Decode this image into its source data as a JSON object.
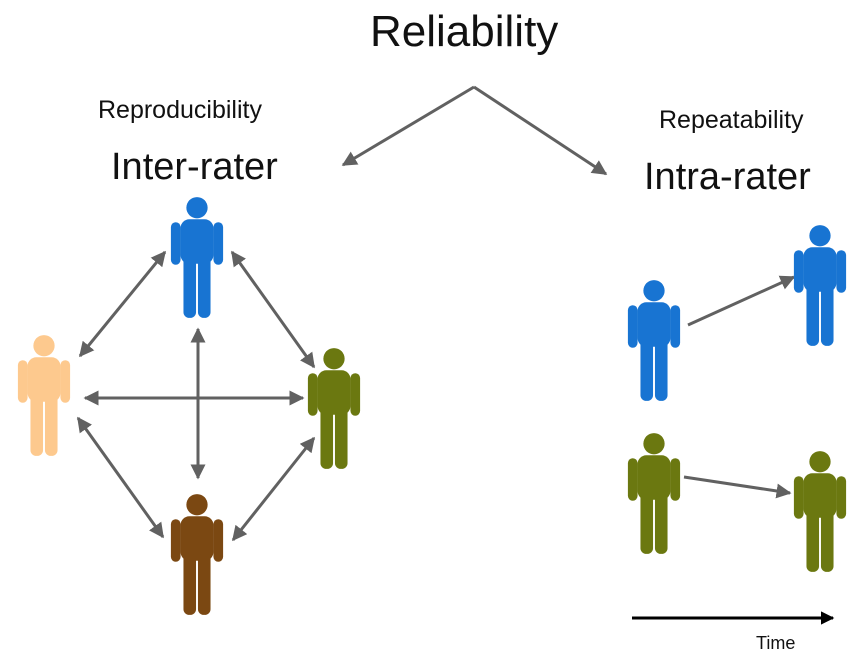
{
  "title": "Reliability",
  "left_branch": {
    "subtitle": "Reproducibility",
    "heading": "Inter-rater"
  },
  "right_branch": {
    "subtitle": "Repeatability",
    "heading": "Intra-rater"
  },
  "time_axis": {
    "label": "Time"
  },
  "colors": {
    "blue": "#1874d2",
    "peach": "#fdc98e",
    "olive": "#6b7810",
    "brown": "#7b4812",
    "arrow_gray": "#616161",
    "arrow_black": "#000000"
  },
  "icons": {
    "rater_figure": "person-icon",
    "connector": "double-arrow-icon",
    "time_arrow": "arrow-right-icon"
  }
}
